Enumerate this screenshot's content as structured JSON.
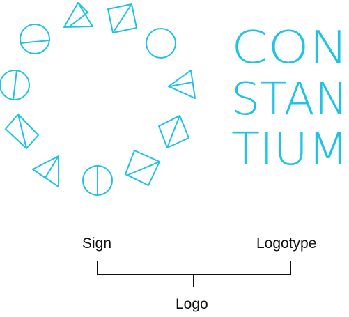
{
  "brand": {
    "accent_color": "#1ec3e6",
    "line_color": "#111111"
  },
  "logotype": {
    "lines": [
      "CON",
      "STAN",
      "TIUM"
    ]
  },
  "labels": {
    "sign": "Sign",
    "logotype": "Logotype",
    "logo": "Logo"
  },
  "sign": {
    "elements": [
      "circle-split-icon",
      "triangle-split-icon",
      "square-split-icon",
      "circle-icon",
      "triangle-split-icon",
      "square-split-icon",
      "square-split-icon",
      "circle-split-icon",
      "triangle-split-icon",
      "square-split-icon",
      "circle-split-icon",
      "circle-split-icon"
    ]
  }
}
